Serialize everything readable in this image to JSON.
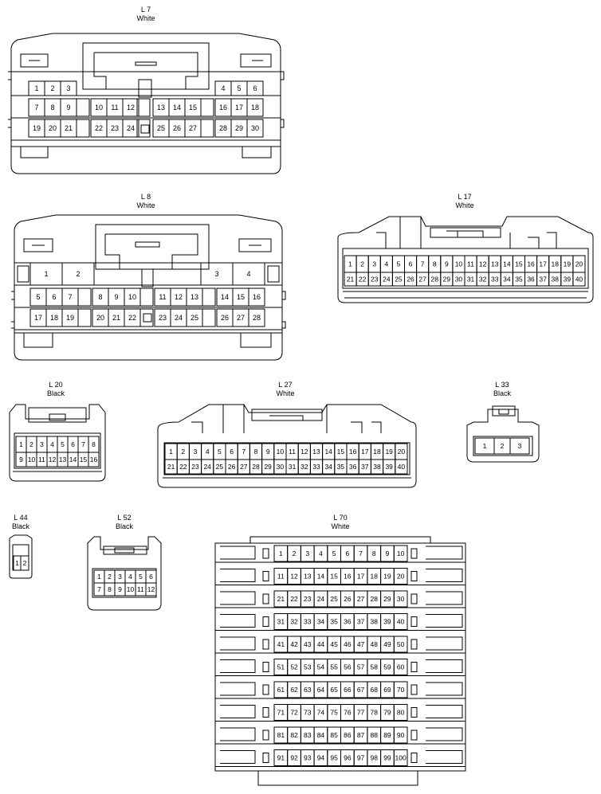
{
  "connectors": [
    {
      "id": "L7",
      "name": "L 7",
      "color": "White",
      "cavities": "1-30"
    },
    {
      "id": "L8",
      "name": "L 8",
      "color": "White",
      "cavities": "1-28"
    },
    {
      "id": "L17",
      "name": "L 17",
      "color": "White",
      "cavities": "1-40"
    },
    {
      "id": "L20",
      "name": "L 20",
      "color": "Black",
      "cavities": "1-16"
    },
    {
      "id": "L27",
      "name": "L 27",
      "color": "White",
      "cavities": "1-40"
    },
    {
      "id": "L33",
      "name": "L 33",
      "color": "Black",
      "cavities": "1-3"
    },
    {
      "id": "L44",
      "name": "L 44",
      "color": "Black",
      "cavities": "1-2"
    },
    {
      "id": "L52",
      "name": "L 52",
      "color": "Black",
      "cavities": "1-12"
    },
    {
      "id": "L70",
      "name": "L 70",
      "color": "White",
      "cavities": "1-100"
    }
  ],
  "pin_rows": {
    "L7": [
      [
        "1",
        "2",
        "3",
        "",
        "",
        "",
        "",
        "",
        "",
        "",
        "",
        "4",
        "5",
        "6"
      ],
      [
        "7",
        "8",
        "9",
        "10",
        "11",
        "12",
        "13",
        "14",
        "15",
        "16",
        "17",
        "18"
      ],
      [
        "19",
        "20",
        "21",
        "22",
        "23",
        "24",
        "25",
        "26",
        "27",
        "28",
        "29",
        "30"
      ]
    ],
    "L8": [
      [
        "1",
        "2",
        "3",
        "4"
      ],
      [
        "5",
        "6",
        "7",
        "8",
        "9",
        "10",
        "11",
        "12",
        "13",
        "14",
        "15",
        "16"
      ],
      [
        "17",
        "18",
        "19",
        "20",
        "21",
        "22",
        "23",
        "24",
        "25",
        "26",
        "27",
        "28"
      ]
    ]
  }
}
